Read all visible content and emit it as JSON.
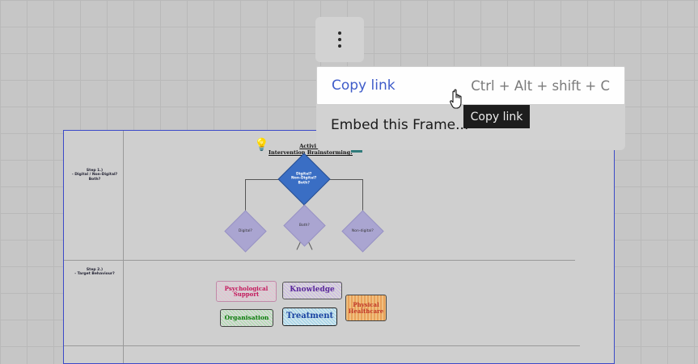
{
  "kebab_button": {
    "icon": "more-vertical-icon"
  },
  "menu": {
    "items": [
      {
        "label": "Copy link",
        "shortcut": "Ctrl + Alt + shift + C"
      },
      {
        "label": "Embed this Frame..."
      }
    ]
  },
  "tooltip": {
    "text": "Copy link"
  },
  "frame": {
    "step1": "Step 1.)\n- Digital / Non-Digital? Both?",
    "step2": "Step 2.)\n- Target Behaviour?",
    "activity_title": "Activity\nIntervention Brainstorming!",
    "diamond_main": "Digital?\nNon-Digital?\nBoth?",
    "diamonds": [
      "Digital?",
      "Both?",
      "Non-digital?"
    ],
    "tags": {
      "psych": "Psychological Support",
      "knowledge": "Knowledge",
      "physical": "Physical Healthcare",
      "organisation": "Organisation",
      "treatment": "Treatment"
    }
  },
  "colors": {
    "frame_border": "#3b49c8",
    "link_blue": "#3f5cc9",
    "diamond_main": "#3a6ec4",
    "diamond_sub": "#aaa5d1"
  }
}
